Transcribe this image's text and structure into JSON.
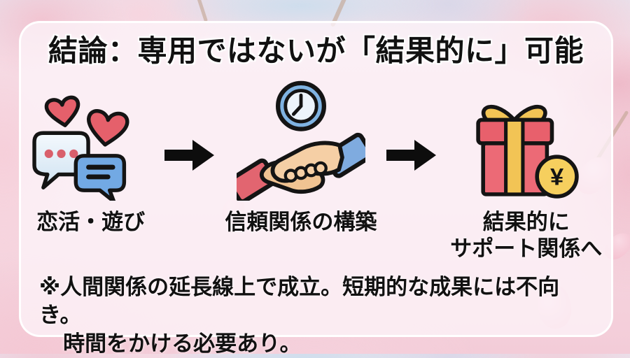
{
  "slide": {
    "title": "結論：専用ではないが「結果的に」可能",
    "steps": [
      {
        "icon": "chat-hearts-icon",
        "label": "恋活・遊び"
      },
      {
        "icon": "handshake-clock-icon",
        "label": "信頼関係の構築"
      },
      {
        "icon": "gift-yen-icon",
        "label": "結果的に\nサポート関係へ"
      }
    ],
    "yen_symbol": "¥",
    "note": {
      "line1": "※人間関係の延長線上で成立。短期的な成果には不向き。",
      "line2": "時間をかける必要あり。"
    },
    "colors": {
      "heart_red": "#e5606b",
      "bubble_blue": "#72a9e4",
      "bubble_light_top": "#f4f9fd",
      "bubble_light_bottom": "#cfe2f2",
      "dot_red": "#d95f6b",
      "clock_ring_blue": "#7fb3e2",
      "clock_face": "#edf4fb",
      "sleeve_red": "#e26570",
      "sleeve_blue": "#7fabdf",
      "skin": "#f5cfa5",
      "skin_shade": "#f0c392",
      "gift_red": "#e8606c",
      "ribbon_yellow": "#f2c455",
      "coin_yellow": "#f6cf5e",
      "outline_black": "#141414",
      "arrow_black": "#0d0d0d",
      "text_black": "#111111",
      "card_background": "rgba(253,243,248,0.78)"
    }
  }
}
